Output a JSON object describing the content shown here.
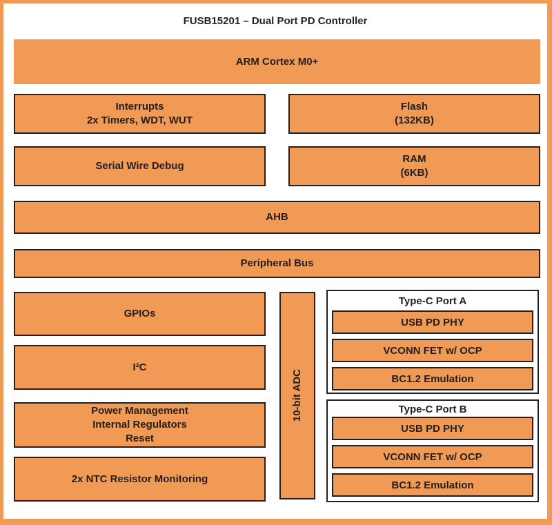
{
  "title": "FUSB15201 – Dual Port PD Controller",
  "colors": {
    "block_fill": "#F19A55",
    "block_border": "#231F20",
    "frame_border": "#F19A55",
    "text": "#231F20",
    "background": "#FFFFFF"
  },
  "blocks": {
    "arm": "ARM Cortex M0+",
    "interrupts": "Interrupts\n2x Timers, WDT, WUT",
    "flash": "Flash\n(132KB)",
    "serial_wire_debug": "Serial Wire Debug",
    "ram": "RAM\n(6KB)",
    "ahb": "AHB",
    "peripheral_bus": "Peripheral Bus",
    "gpios": "GPIOs",
    "i2c": "I²C",
    "power_management": "Power Management\nInternal Regulators\nReset",
    "ntc": "2x NTC Resistor Monitoring",
    "adc": "10-bit ADC"
  },
  "ports": [
    {
      "title": "Type-C Port A",
      "items": [
        "USB PD PHY",
        "VCONN FET w/ OCP",
        "BC1.2 Emulation"
      ]
    },
    {
      "title": "Type-C Port B",
      "items": [
        "USB PD PHY",
        "VCONN FET w/ OCP",
        "BC1.2 Emulation"
      ]
    }
  ]
}
